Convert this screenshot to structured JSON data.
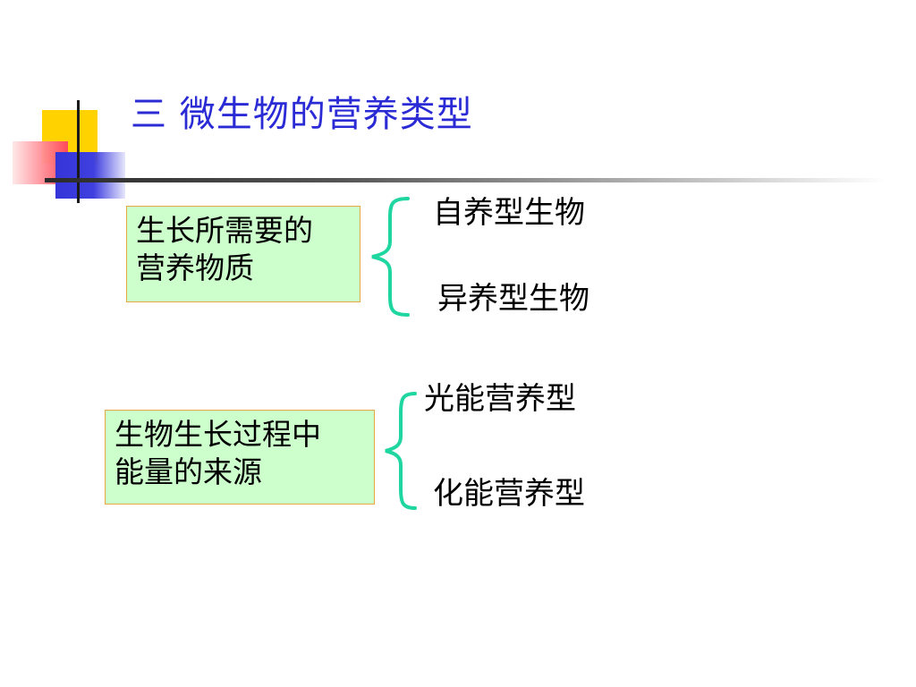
{
  "slide": {
    "title": "三  微生物的营养类型",
    "colors": {
      "title": "#2b2bd6",
      "box_fill": "#ccffcc",
      "box_border": "#e8a840",
      "brace": "#1fd6a0"
    },
    "groups": [
      {
        "box_lines": [
          "生长所需要的",
          "营养物质"
        ],
        "items": [
          "自养型生物",
          "异养型生物"
        ]
      },
      {
        "box_lines": [
          "生物生长过程中",
          "能量的来源"
        ],
        "items": [
          "光能营养型",
          "化能营养型"
        ]
      }
    ]
  }
}
